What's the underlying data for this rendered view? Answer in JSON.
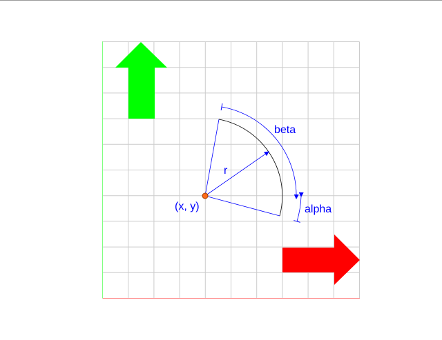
{
  "colors": {
    "grid": "#cccccc",
    "x_axis": "#ff8080",
    "y_axis": "#80ff80",
    "annotation": "#0000ff",
    "arc": "#000000",
    "center_fill": "#ff6a1a",
    "center_stroke": "#a04000",
    "up_arrow": "#00ff00",
    "right_arrow": "#ff0000",
    "top_border": "#9a9a9a"
  },
  "grid": {
    "columns": 10,
    "rows": 10
  },
  "labels": {
    "center": "(x, y)",
    "radius": "r",
    "beta": "beta",
    "alpha": "alpha"
  },
  "icons": {
    "up_arrow": "up-arrow-icon",
    "right_arrow": "right-arrow-icon"
  }
}
